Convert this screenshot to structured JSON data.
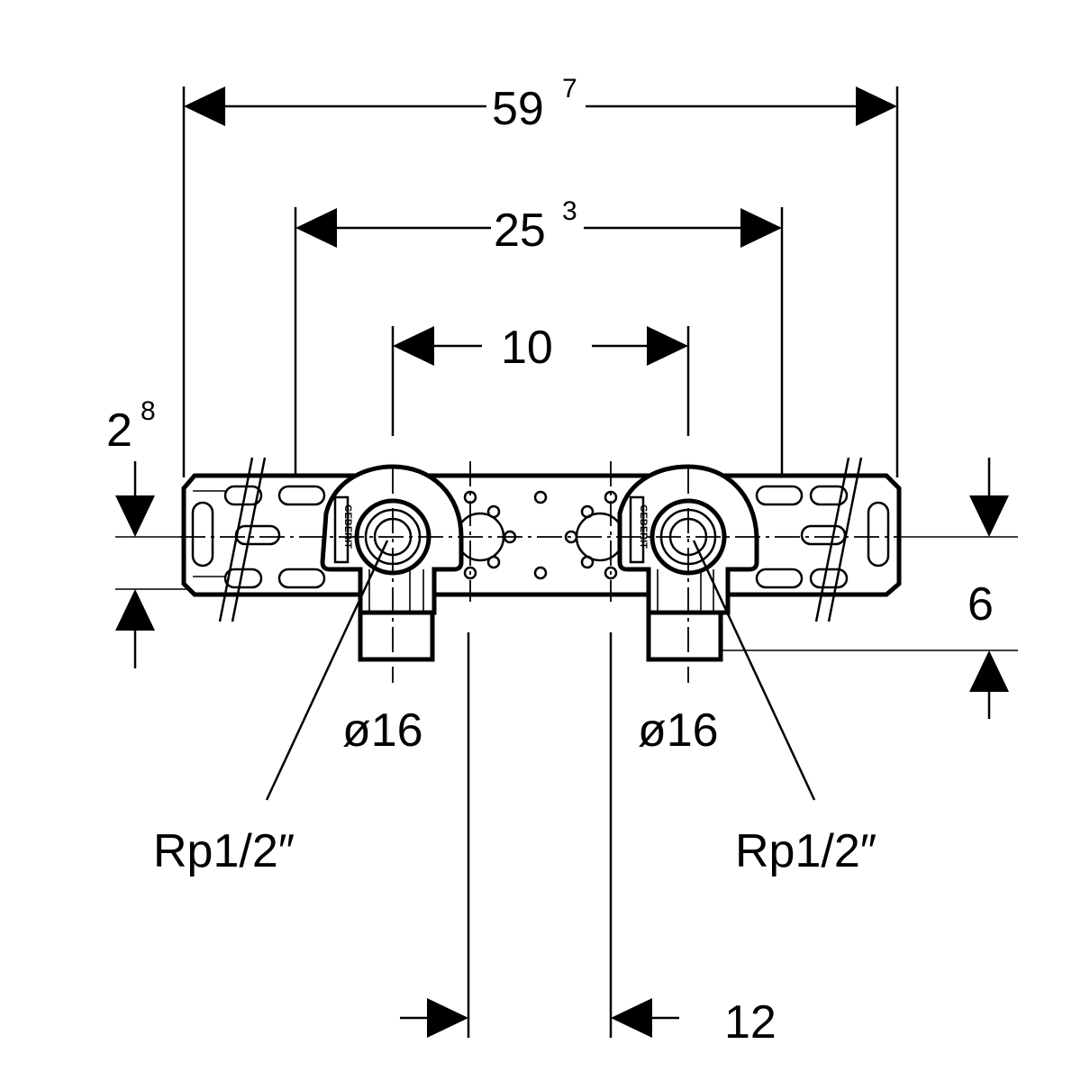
{
  "dimensions": {
    "overall_width": {
      "main": "59",
      "sup": "7"
    },
    "mounting_width": {
      "main": "25",
      "sup": "3"
    },
    "outlet_spacing": {
      "main": "10"
    },
    "offset_left": {
      "main": "2",
      "sup": "8"
    },
    "offset_right": {
      "main": "6"
    },
    "bottom_spacing": {
      "main": "12"
    }
  },
  "labels": {
    "pipe_left": "ø16",
    "pipe_right": "ø16",
    "thread_left": "Rp1/2″",
    "thread_right": "Rp1/2″",
    "brand_left": "GEBERIT",
    "brand_right": "GEBERIT"
  }
}
